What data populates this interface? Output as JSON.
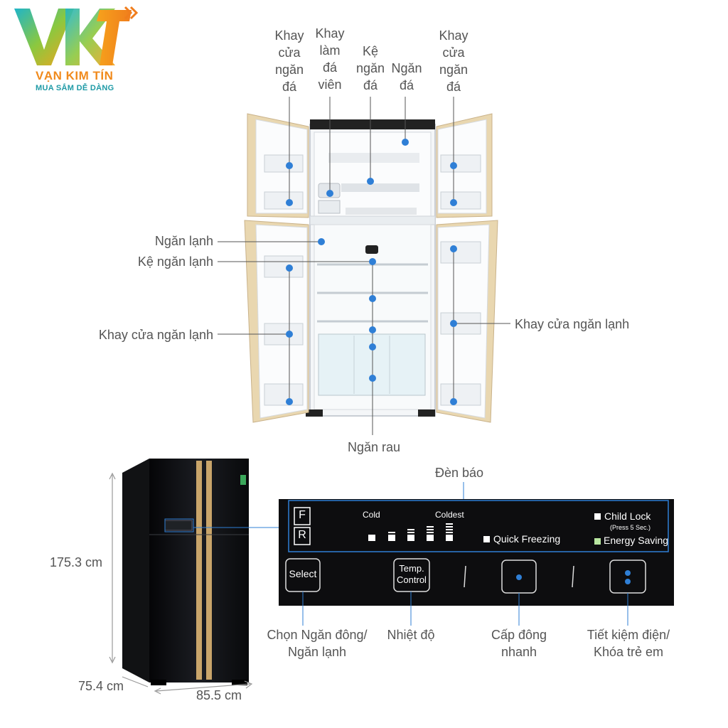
{
  "brand": {
    "name": "VẠN KIM TÍN",
    "tagline": "MUA SẮM DỄ DÀNG",
    "logo_text": "VKT"
  },
  "interior_labels": {
    "freezer_door_tray_left": [
      "Khay",
      "cửa",
      "ngăn",
      "đá"
    ],
    "ice_maker_tray": [
      "Khay",
      "làm",
      "đá",
      "viên"
    ],
    "freezer_shelf": [
      "Kệ",
      "ngăn",
      "đá"
    ],
    "freezer": [
      "Ngăn",
      "đá"
    ],
    "freezer_door_tray_right": [
      "Khay",
      "cửa",
      "ngăn",
      "đá"
    ],
    "fridge": "Ngăn lạnh",
    "fridge_shelf": "Kệ ngăn lạnh",
    "fridge_door_tray_left": "Khay cửa ngăn lạnh",
    "fridge_door_tray_right": "Khay cửa ngăn lạnh",
    "vegetable_drawer": "Ngăn rau"
  },
  "dimensions": {
    "height": "175.3 cm",
    "depth": "75.4 cm",
    "width": "85.5 cm"
  },
  "control_panel": {
    "indicator_title": "Đèn báo",
    "compartment_f": "F",
    "compartment_r": "R",
    "cold": "Cold",
    "coldest": "Coldest",
    "quick_freezing": "Quick Freezing",
    "child_lock": "Child Lock",
    "child_lock_note": "(Press 5 Sec.)",
    "energy_saving": "Energy Saving",
    "select_button": "Select",
    "temp_button_line1": "Temp.",
    "temp_button_line2": "Control",
    "energy_saving_indicator_color": "#b8e6a0"
  },
  "control_labels": {
    "select": [
      "Chọn Ngăn đông/",
      "Ngăn lạnh"
    ],
    "temperature": "Nhiệt độ",
    "quick_freezing": [
      "Cấp đông",
      "nhanh"
    ],
    "energy_child": [
      "Tiết kiệm điện/",
      "Khóa trẻ em"
    ]
  },
  "colors": {
    "marker": "#2f7fd6",
    "panel": "#0d0d0f",
    "label": "#555555",
    "door_trim": "#d9c39a"
  }
}
